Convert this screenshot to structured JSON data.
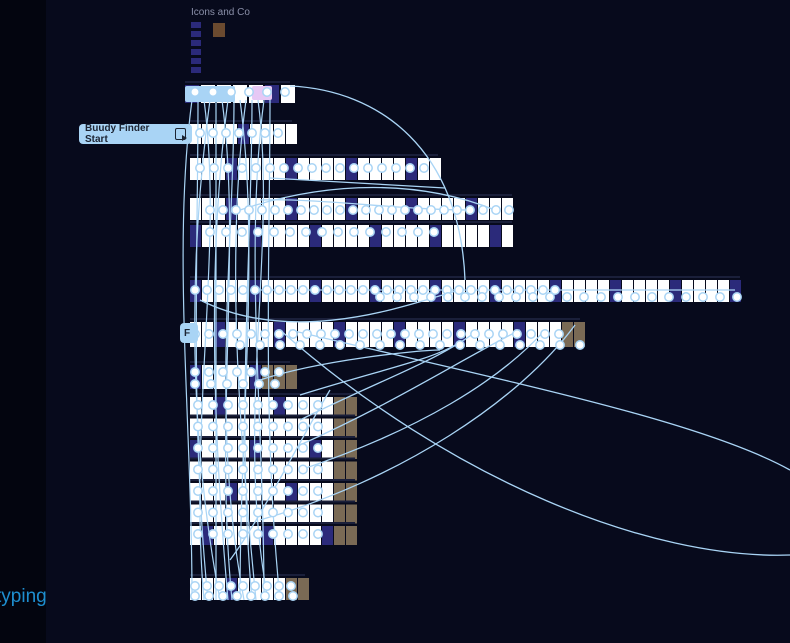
{
  "sidebar": {
    "partial_text": "typing"
  },
  "canvas": {
    "section_title": "Icons and Co",
    "flows": [
      {
        "label": "Buudy Finder Start"
      },
      {
        "label": "F"
      }
    ],
    "colors": {
      "background": "#070a1c",
      "connector": "#a9d4f5",
      "frame_accent": "#2b2a7a",
      "frame": "#ffffff"
    }
  }
}
